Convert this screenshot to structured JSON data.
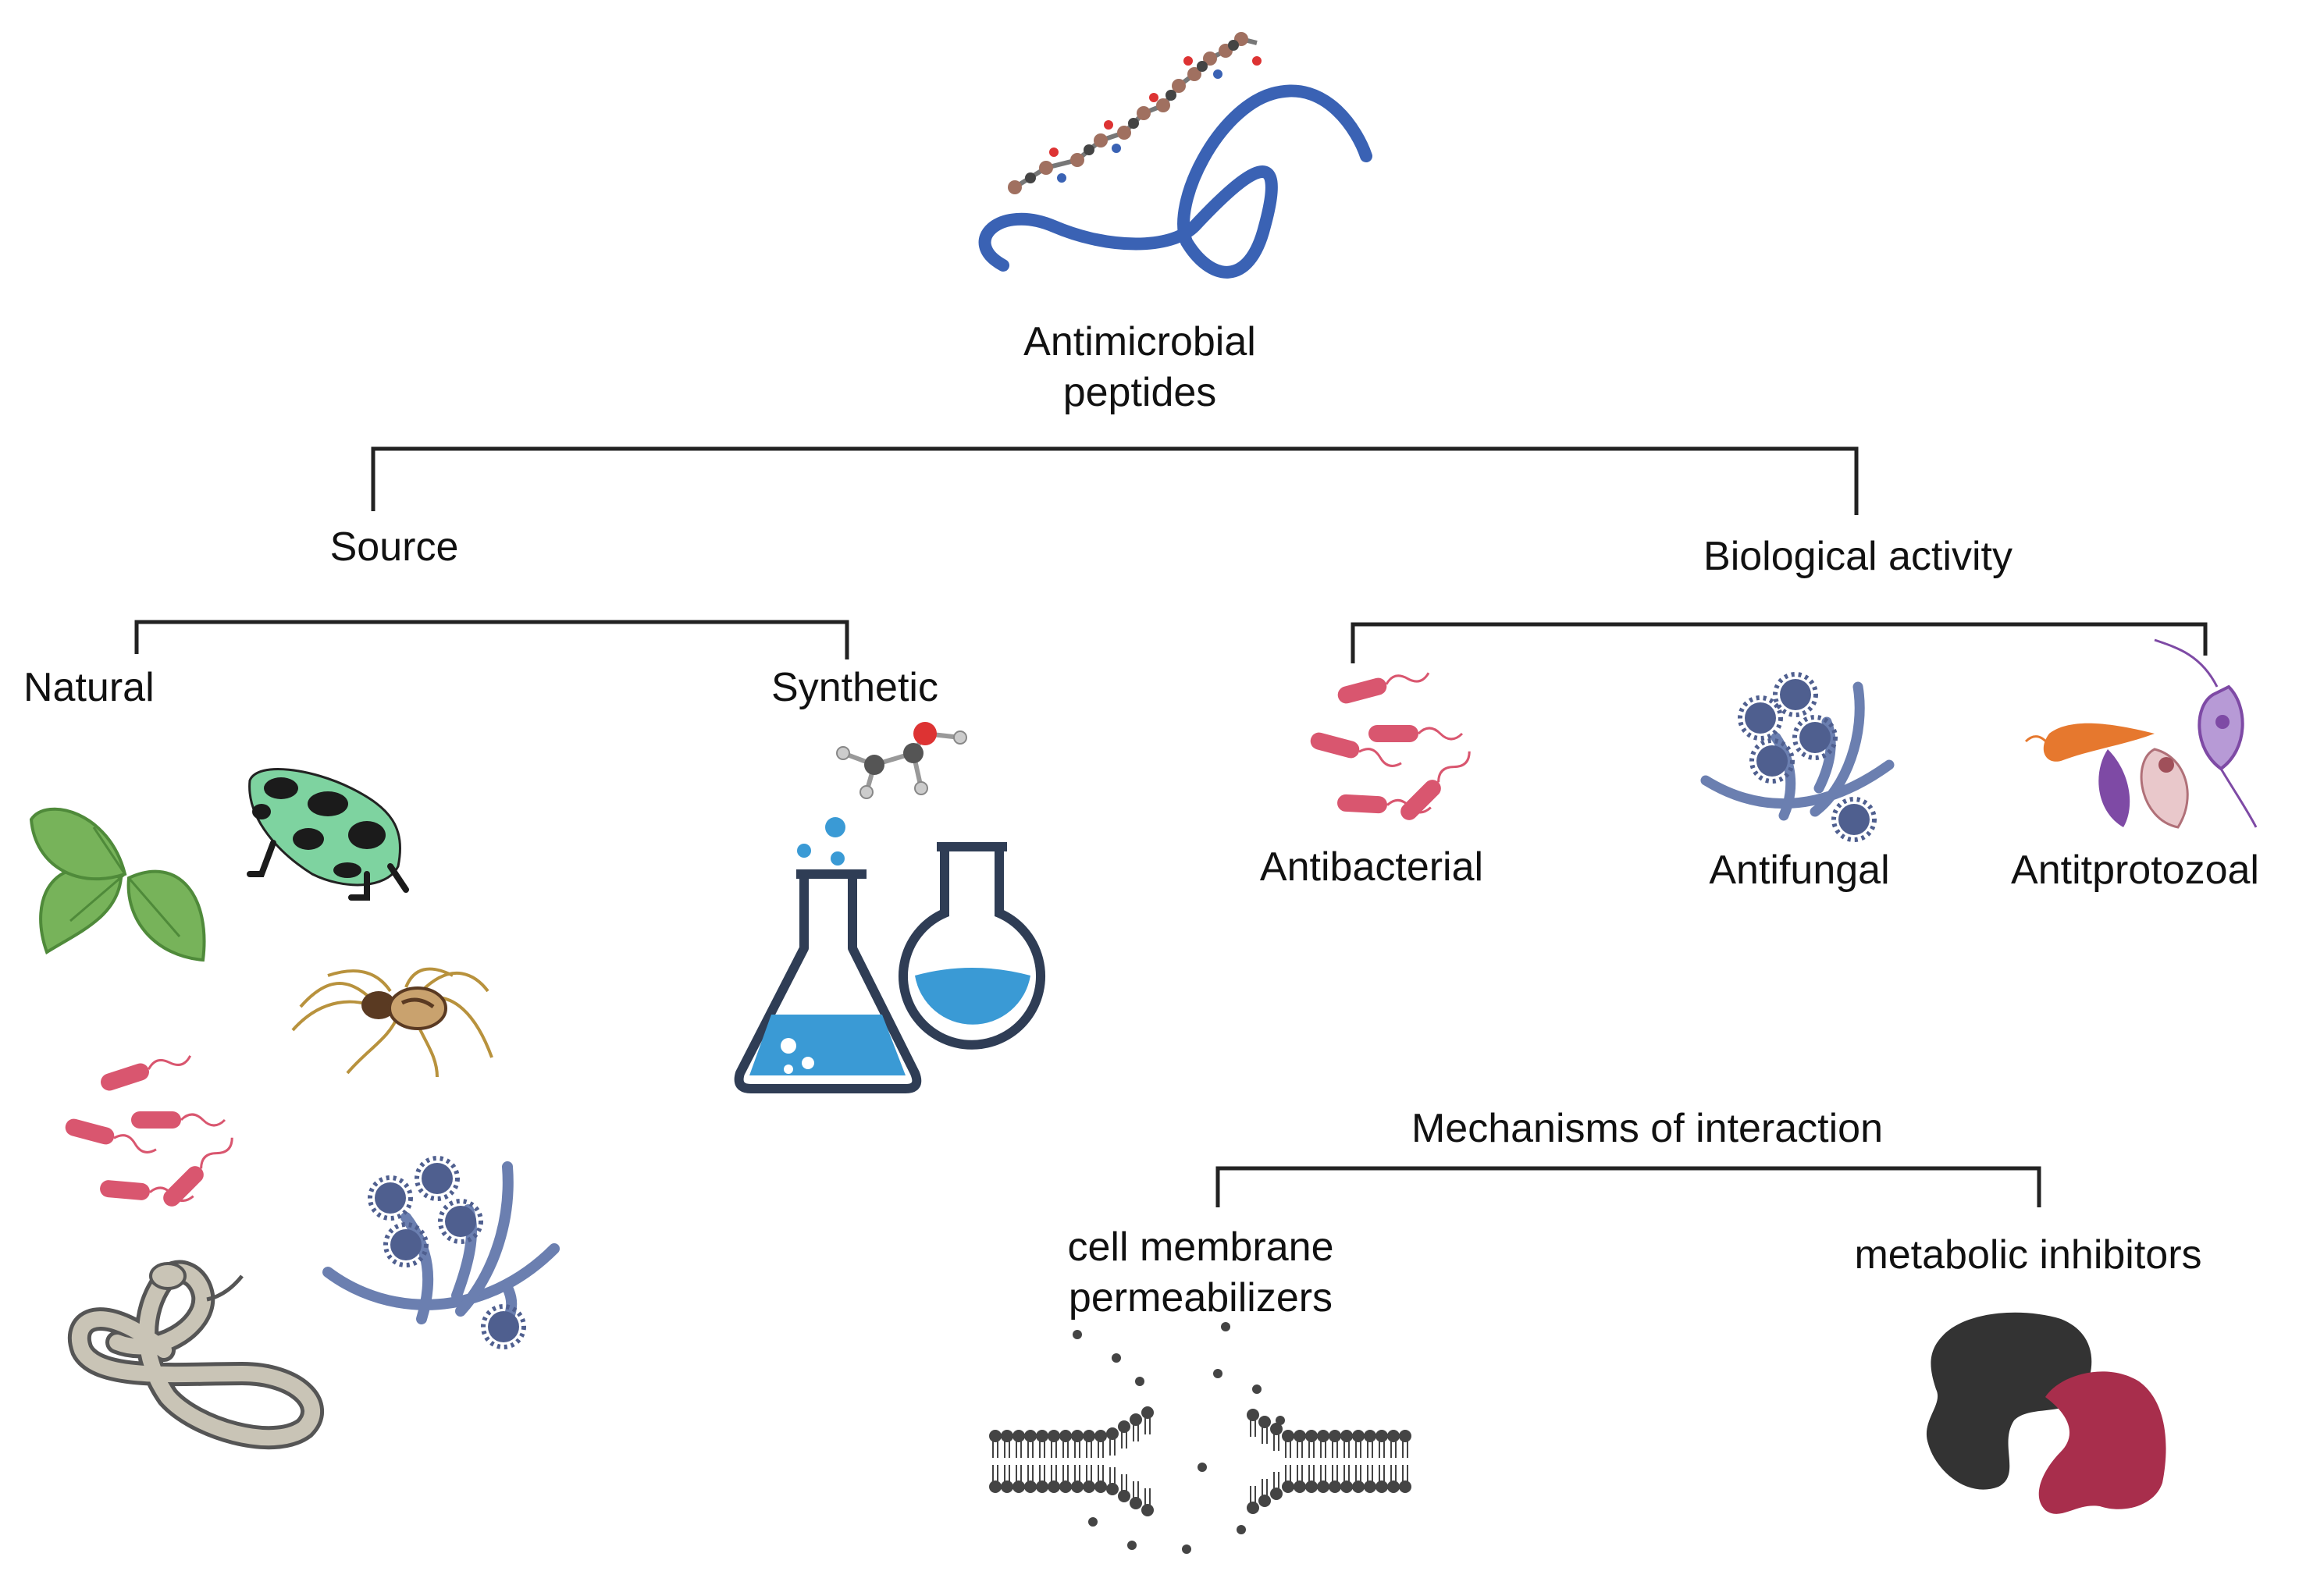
{
  "root": {
    "line1": "Antimicrobial",
    "line2": "peptides"
  },
  "source": {
    "title": "Source",
    "natural": "Natural",
    "synthetic": "Synthetic"
  },
  "biological_activity": {
    "title": "Biological activity",
    "antibacterial": "Antibacterial",
    "antifungal": "Antifungal",
    "antiprotozoal": "Antitprotozoal"
  },
  "mechanisms": {
    "title": "Mechanisms of interaction",
    "membrane_line1": "cell membrane",
    "membrane_line2": "permeabilizers",
    "metabolic": "metabolic inhibitors"
  },
  "icon_names": [
    "peptide-chain-icon",
    "molecule-icon",
    "leaf-icon",
    "frog-icon",
    "spider-icon",
    "bacteria-icon",
    "fungus-icon",
    "snake-icon",
    "lab-flask-icon",
    "protozoa-icon",
    "lipid-bilayer-icon",
    "enzyme-complex-icon"
  ],
  "colors": {
    "peptide_blue": "#3a62b4",
    "bacteria_pink": "#d9566f",
    "fungus_blue": "#6b7fb0",
    "flask_blue": "#3a9ad5",
    "leaf_green": "#77b35a",
    "frog_green": "#7ed3a0",
    "enzyme_dark": "#333333",
    "enzyme_red": "#a82e4c",
    "line": "#222222"
  }
}
